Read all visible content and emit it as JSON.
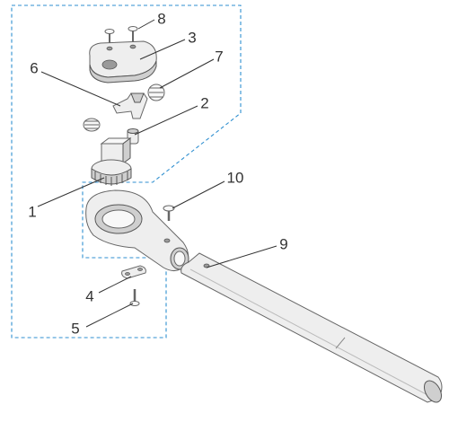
{
  "diagram": {
    "style": {
      "boundary_color": "#2f8fd0",
      "line_color": "#333333",
      "part_fill": "#eeeeee",
      "part_stroke": "#666666"
    },
    "callouts": [
      {
        "id": "p1",
        "label": "1"
      },
      {
        "id": "p2",
        "label": "2"
      },
      {
        "id": "p3",
        "label": "3"
      },
      {
        "id": "p4",
        "label": "4"
      },
      {
        "id": "p5",
        "label": "5"
      },
      {
        "id": "p6",
        "label": "6"
      },
      {
        "id": "p7",
        "label": "7"
      },
      {
        "id": "p8",
        "label": "8"
      },
      {
        "id": "p9",
        "label": "9"
      },
      {
        "id": "p10",
        "label": "10"
      }
    ]
  }
}
